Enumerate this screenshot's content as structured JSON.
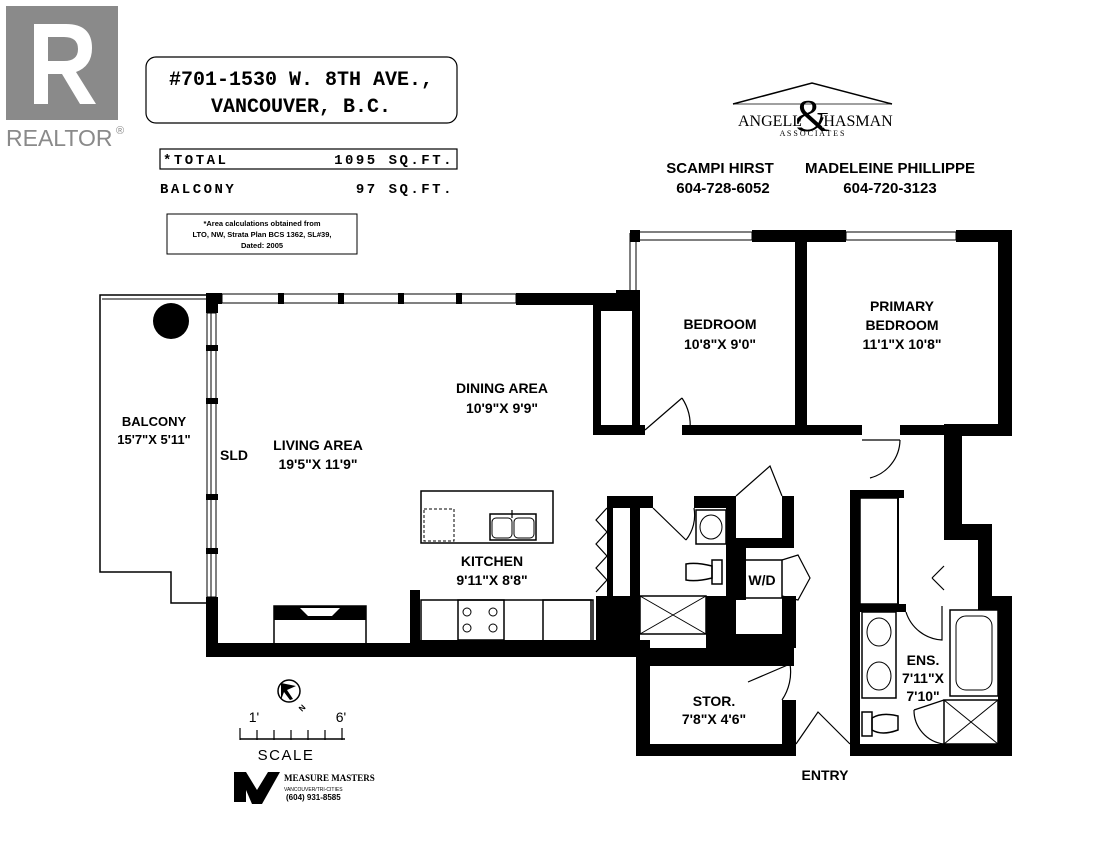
{
  "realtor_logo": {
    "text": "REALTOR",
    "reg": "®",
    "color": "#8a8a8a"
  },
  "address": {
    "line1": "#701-1530 W. 8TH AVE.,",
    "line2": "VANCOUVER, B.C."
  },
  "areas": {
    "total_label": "*TOTAL",
    "total_value": "1095 SQ.FT.",
    "balcony_label": "BALCONY",
    "balcony_value": "97 SQ.FT."
  },
  "note": {
    "line1": "*Area calculations obtained from",
    "line2": "LTO, NW, Strata Plan BCS 1362, SL#39,",
    "line3": "Dated: 2005"
  },
  "brokerage": {
    "name_left": "ANGELL",
    "amp": "&",
    "name_right": "HASMAN",
    "sub": "A S S O C I A T E S"
  },
  "agents": [
    {
      "name": "SCAMPI HIRST",
      "phone": "604-728-6052"
    },
    {
      "name": "MADELEINE PHILLIPPE",
      "phone": "604-720-3123"
    }
  ],
  "rooms": {
    "balcony": {
      "name": "BALCONY",
      "dims": "15'7\"X 5'11\""
    },
    "sld": "SLD",
    "living": {
      "name": "LIVING AREA",
      "dims": "19'5\"X 11'9\""
    },
    "dining": {
      "name": "DINING AREA",
      "dims": "10'9\"X 9'9\""
    },
    "kitchen": {
      "name": "KITCHEN",
      "dims": "9'11\"X 8'8\""
    },
    "bedroom": {
      "name": "BEDROOM",
      "dims": "10'8\"X 9'0\""
    },
    "primary": {
      "name1": "PRIMARY",
      "name2": "BEDROOM",
      "dims": "11'1\"X 10'8\""
    },
    "wd": "W/D",
    "stor": {
      "name": "STOR.",
      "dims": "7'8\"X 4'6\""
    },
    "ens": {
      "name": "ENS.",
      "dims1": "7'11\"X",
      "dims2": "7'10\""
    },
    "entry": "ENTRY"
  },
  "compass": {
    "letter": "N"
  },
  "scale": {
    "left": "1'",
    "right": "6'",
    "label": "SCALE"
  },
  "measure_masters": {
    "mark": "M",
    "name": "MEASURE MASTERS",
    "sub": "VANCOUVER/TRI-CITIES",
    "phone": "(604) 931-8585"
  }
}
